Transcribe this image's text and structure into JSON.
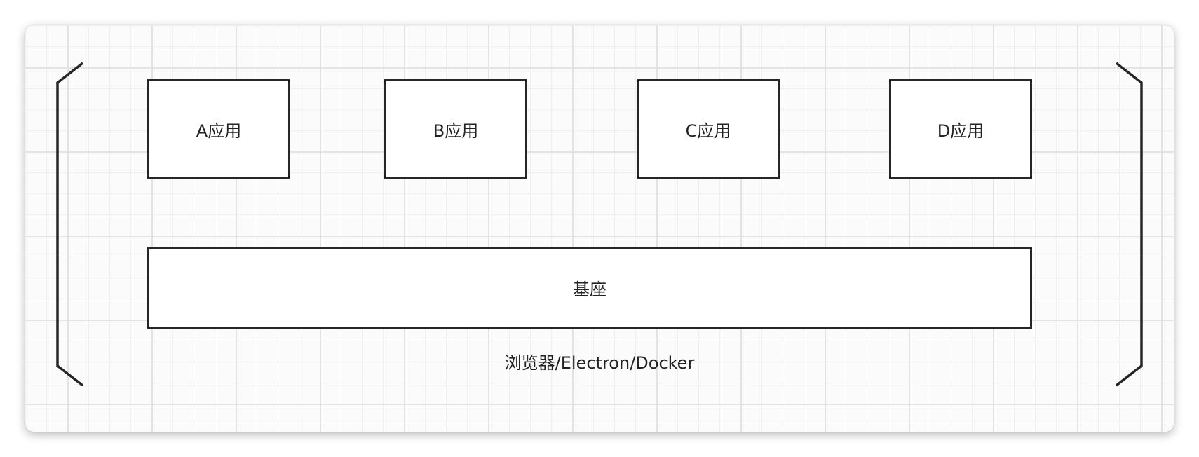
{
  "diagram": {
    "apps": [
      {
        "label": "A应用"
      },
      {
        "label": "B应用"
      },
      {
        "label": "C应用"
      },
      {
        "label": "D应用"
      }
    ],
    "base": {
      "label": "基座"
    },
    "environment": {
      "label": "浏览器/Electron/Docker"
    }
  },
  "colors": {
    "stroke": "#262626",
    "grid_major": "#e3e3e3",
    "grid_minor": "#efefef",
    "canvas_bg": "#fbfbfb"
  }
}
